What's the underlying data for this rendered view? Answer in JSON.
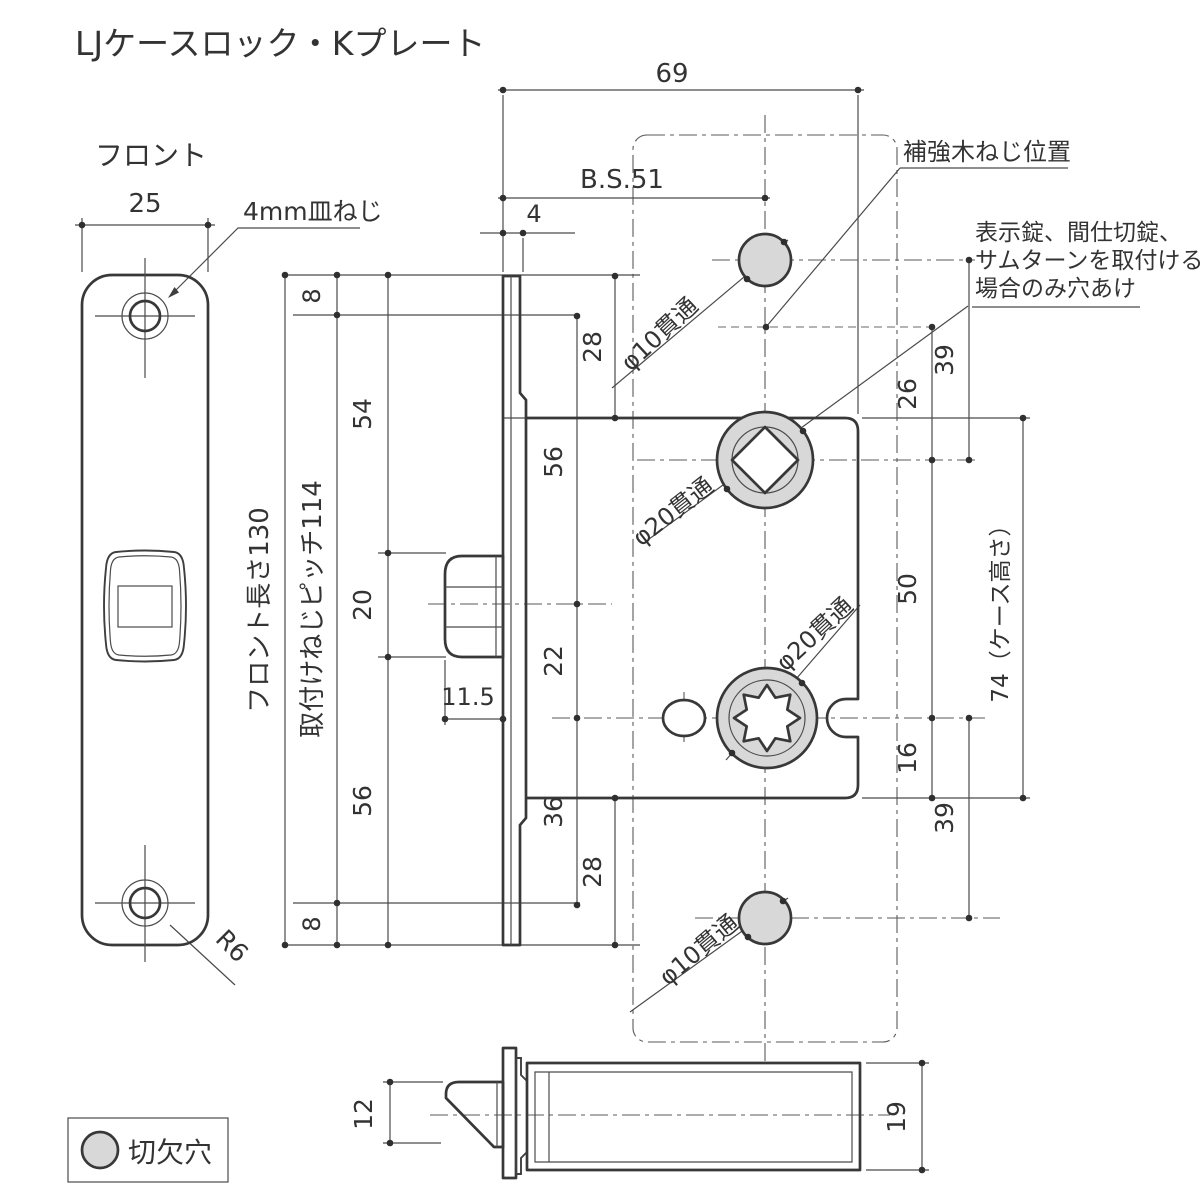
{
  "title": "LJケースロック・Kプレート",
  "front": {
    "label": "フロント",
    "width": "25",
    "screw_note": "4mm皿ねじ",
    "corner_radius": "R6",
    "length_label": "フロント長さ130",
    "pitch_label": "取付けねじピッチ114",
    "d8_top": "8",
    "d54": "54",
    "d20": "20",
    "d56": "56",
    "d8_bottom": "8"
  },
  "side": {
    "overall_width": "69",
    "backset": "B.S.51",
    "plate_thickness": "4",
    "latch_projection": "11.5",
    "d28_top": "28",
    "d56_mid": "56",
    "d22": "22",
    "d36": "36",
    "d28_bottom": "28",
    "d26": "26",
    "d39_top": "39",
    "d50": "50",
    "case_height": "74（ケース高さ）",
    "d16": "16",
    "d39_bottom": "39",
    "hole_top": "φ10貫通",
    "hole_center": "φ20貫通",
    "hole_lower": "φ20貫通",
    "hole_bottom": "φ10貫通",
    "note_wood_screw": "補強木ねじ位置",
    "note_line1": "表示錠、間仕切錠、",
    "note_line2": "サムターンを取付ける",
    "note_line3": "場合のみ穴あけ"
  },
  "bottom": {
    "latch_height": "12",
    "case_depth": "19"
  },
  "legend": {
    "label": "切欠穴"
  },
  "colors": {
    "line": "#4b4b4b",
    "hole_fill": "#d8d8d8"
  }
}
